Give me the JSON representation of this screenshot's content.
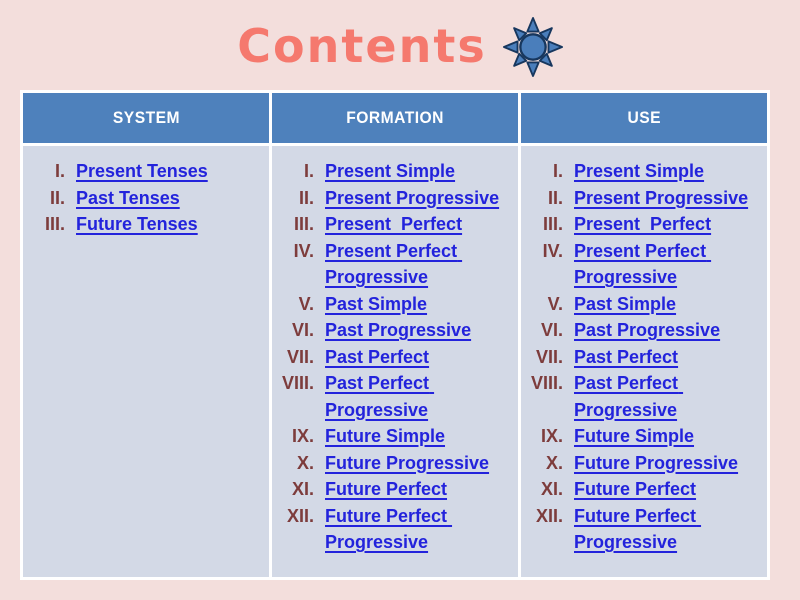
{
  "title": {
    "text": "Contents",
    "icon": "sun-icon"
  },
  "colors": {
    "background": "#F3DEDC",
    "header_bg": "#4E81BC",
    "header_text": "#FFFFFF",
    "cell_bg": "#D3D9E6",
    "link": "#2323DC",
    "numeral": "#7D3C3C",
    "title": "#F5796E",
    "icon_fill": "#4A7EBB",
    "icon_stroke": "#17375E"
  },
  "table": {
    "headers": [
      "SYSTEM",
      "FORMATION",
      "USE"
    ],
    "columns": [
      {
        "name": "system",
        "items": [
          {
            "numeral": "I.",
            "label": "Present Tenses"
          },
          {
            "numeral": "II.",
            "label": "Past Tenses"
          },
          {
            "numeral": "III.",
            "label": "Future Tenses"
          }
        ]
      },
      {
        "name": "formation",
        "items": [
          {
            "numeral": "I.",
            "label": "Present Simple"
          },
          {
            "numeral": "II.",
            "label": "Present Progressive"
          },
          {
            "numeral": "III.",
            "label": "Present  Perfect"
          },
          {
            "numeral": "IV.",
            "label": "Present Perfect Progressive"
          },
          {
            "numeral": "V.",
            "label": "Past Simple"
          },
          {
            "numeral": "VI.",
            "label": "Past Progressive"
          },
          {
            "numeral": "VII.",
            "label": "Past Perfect"
          },
          {
            "numeral": "VIII.",
            "label": "Past Perfect Progressive"
          },
          {
            "numeral": "IX.",
            "label": "Future Simple"
          },
          {
            "numeral": "X.",
            "label": "Future Progressive"
          },
          {
            "numeral": "XI.",
            "label": "Future Perfect"
          },
          {
            "numeral": "XII.",
            "label": "Future Perfect Progressive"
          }
        ]
      },
      {
        "name": "use",
        "items": [
          {
            "numeral": "I.",
            "label": "Present Simple"
          },
          {
            "numeral": "II.",
            "label": "Present Progressive"
          },
          {
            "numeral": "III.",
            "label": "Present  Perfect"
          },
          {
            "numeral": "IV.",
            "label": "Present Perfect Progressive"
          },
          {
            "numeral": "V.",
            "label": "Past Simple"
          },
          {
            "numeral": "VI.",
            "label": "Past Progressive"
          },
          {
            "numeral": "VII.",
            "label": "Past Perfect"
          },
          {
            "numeral": "VIII.",
            "label": "Past Perfect Progressive"
          },
          {
            "numeral": "IX.",
            "label": "Future Simple"
          },
          {
            "numeral": "X.",
            "label": "Future Progressive"
          },
          {
            "numeral": "XI.",
            "label": "Future Perfect"
          },
          {
            "numeral": "XII.",
            "label": "Future Perfect Progressive"
          }
        ]
      }
    ]
  }
}
